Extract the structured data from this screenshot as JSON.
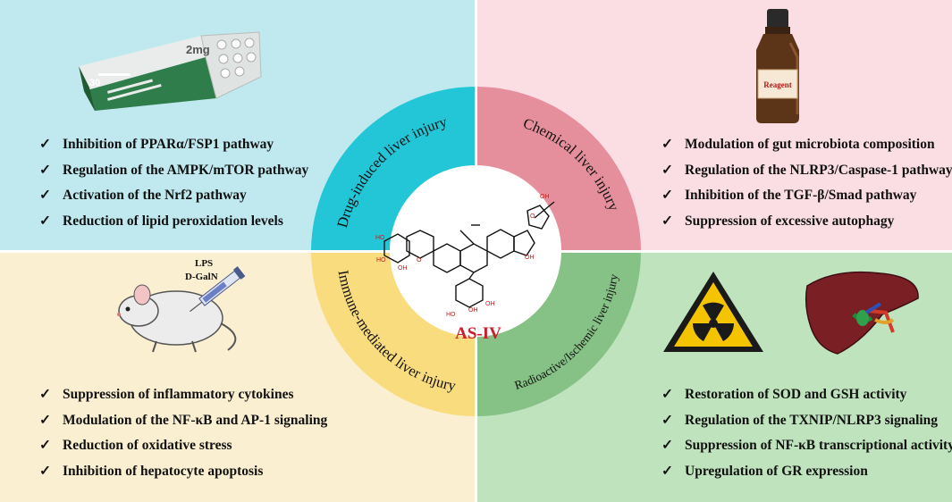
{
  "center": {
    "compound_label": "AS-IV"
  },
  "ring": {
    "top_left": "Drug-induced liver injury",
    "top_right": "Chemical liver injury",
    "bottom_left": "Immune-mediated liver injury",
    "bottom_right": "Radioactive/Ischemic liver injury"
  },
  "panels": {
    "top_left": {
      "items": [
        "Inhibition of PPARα/FSP1 pathway",
        "Regulation of the AMPK/mTOR pathway",
        "Activation of the Nrf2 pathway",
        "Reduction of lipid peroxidation levels"
      ],
      "pill_box": {
        "dose_text": "2mg",
        "count_text": "30"
      }
    },
    "top_right": {
      "items": [
        "Modulation of gut microbiota composition",
        "Regulation of the NLRP3/Caspase-1 pathway",
        "Inhibition of the TGF-β/Smad pathway",
        "Suppression of excessive autophagy"
      ],
      "bottle_label": "Reagent"
    },
    "bottom_left": {
      "items": [
        "Suppression of inflammatory cytokines",
        "Modulation of the NF-κB and AP-1 signaling",
        "Reduction of oxidative stress",
        "Inhibition of hepatocyte apoptosis"
      ],
      "injection_labels": [
        "LPS",
        "D-GalN"
      ]
    },
    "bottom_right": {
      "items": [
        "Restoration of SOD and GSH activity",
        "Regulation of the TXNIP/NLRP3 signaling",
        "Suppression of NF-κB transcriptional activity",
        "Upregulation of GR expression"
      ]
    }
  },
  "check_glyph": "✓",
  "colors": {
    "top_left_bg": "#bfe9ef",
    "top_right_bg": "#fbdde4",
    "bottom_left_bg": "#fbefd1",
    "bottom_right_bg": "#bfe3bd",
    "ring_cyan": "#22c6d6",
    "ring_pink": "#e68f9c",
    "ring_yellow": "#f9dc7e",
    "ring_green": "#86c185",
    "compound_red": "#c91e2e"
  }
}
